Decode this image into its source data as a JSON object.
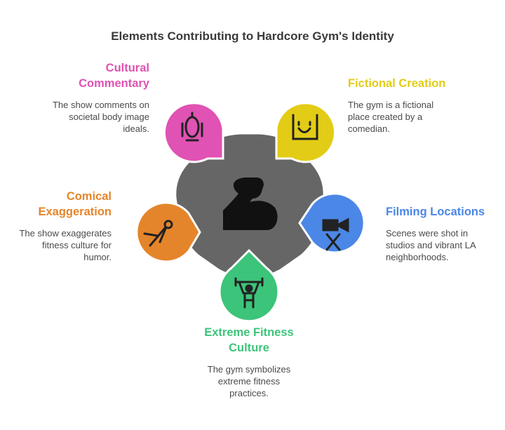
{
  "title": "Elements Contributing to Hardcore Gym's Identity",
  "center": {
    "icon": "flexed-bicep-icon",
    "color": "#666666"
  },
  "elements": [
    {
      "key": "cultural",
      "label_line1": "Cultural",
      "label_line2": "Commentary",
      "desc_line1": "The show comments on",
      "desc_line2": "societal body image",
      "desc_line3": "ideals.",
      "color": "#E052B3",
      "icon": "mirror-icon"
    },
    {
      "key": "fictional",
      "label_line1": "Fictional Creation",
      "desc_line1": "The gym is a fictional",
      "desc_line2": "place created by a",
      "desc_line3": "comedian.",
      "color": "#E3CC16",
      "icon": "comedy-mask-icon"
    },
    {
      "key": "comical",
      "label_line1": "Comical",
      "label_line2": "Exaggeration",
      "desc_line1": "The show exaggerates",
      "desc_line2": "fitness culture for",
      "desc_line3": "humor.",
      "color": "#E5852B",
      "icon": "compass-tool-icon"
    },
    {
      "key": "filming",
      "label_line1": "Filming Locations",
      "desc_line1": "Scenes were shot in",
      "desc_line2": "studios and vibrant LA",
      "desc_line3": "neighborhoods.",
      "color": "#4B87E6",
      "icon": "video-camera-icon"
    },
    {
      "key": "extreme",
      "label_line1": "Extreme Fitness",
      "label_line2": "Culture",
      "desc_line1": "The gym symbolizes",
      "desc_line2": "extreme fitness",
      "desc_line3": "practices.",
      "color": "#3CC47A",
      "icon": "weightlifter-icon"
    }
  ]
}
